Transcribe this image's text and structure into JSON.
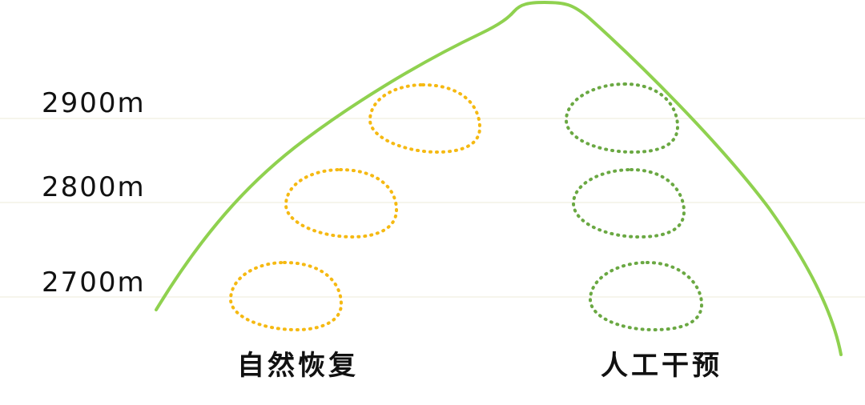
{
  "elevations": {
    "e2900": "2900m",
    "e2800": "2800m",
    "e2700": "2700m"
  },
  "groups": {
    "natural": {
      "label": "自然恢复",
      "color": "#f5b912",
      "plot_count": 3
    },
    "intervention": {
      "label": "人工干预",
      "color": "#6aa842",
      "plot_count": 3
    }
  },
  "colors": {
    "mountain_outline": "#8fd14f",
    "gridline": "#ecebd8",
    "text": "#111111"
  }
}
